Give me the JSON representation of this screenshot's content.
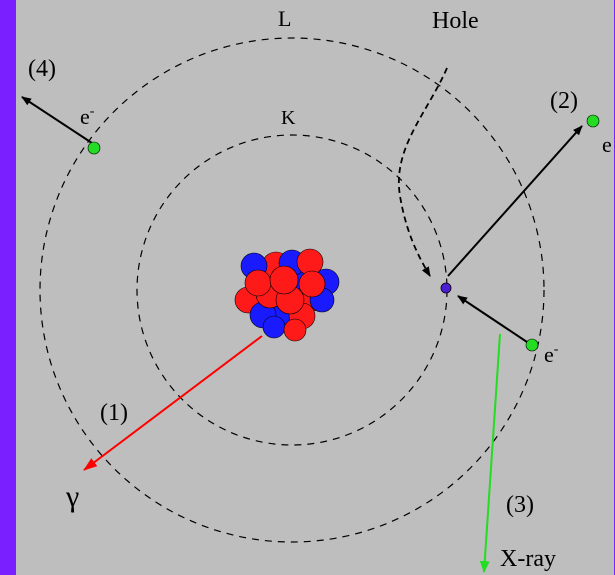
{
  "colors": {
    "frame": "#7a1fff",
    "panel": "#bebebe",
    "proton": "#ff1a1a",
    "neutron": "#1a1aff",
    "electron": "#22dd22",
    "hole": "#4b1fd6",
    "gamma_arrow": "#ff0000",
    "xray_arrow": "#22dd22"
  },
  "shells": {
    "inner": "K",
    "outer": "L"
  },
  "labels": {
    "hole": "Hole",
    "process_1": "(1)",
    "process_2": "(2)",
    "process_3": "(3)",
    "process_4": "(4)",
    "gamma": "γ",
    "xray": "X-ray",
    "electron_symbol": "e",
    "electron_superscript": "-",
    "electron_partial": "e"
  }
}
